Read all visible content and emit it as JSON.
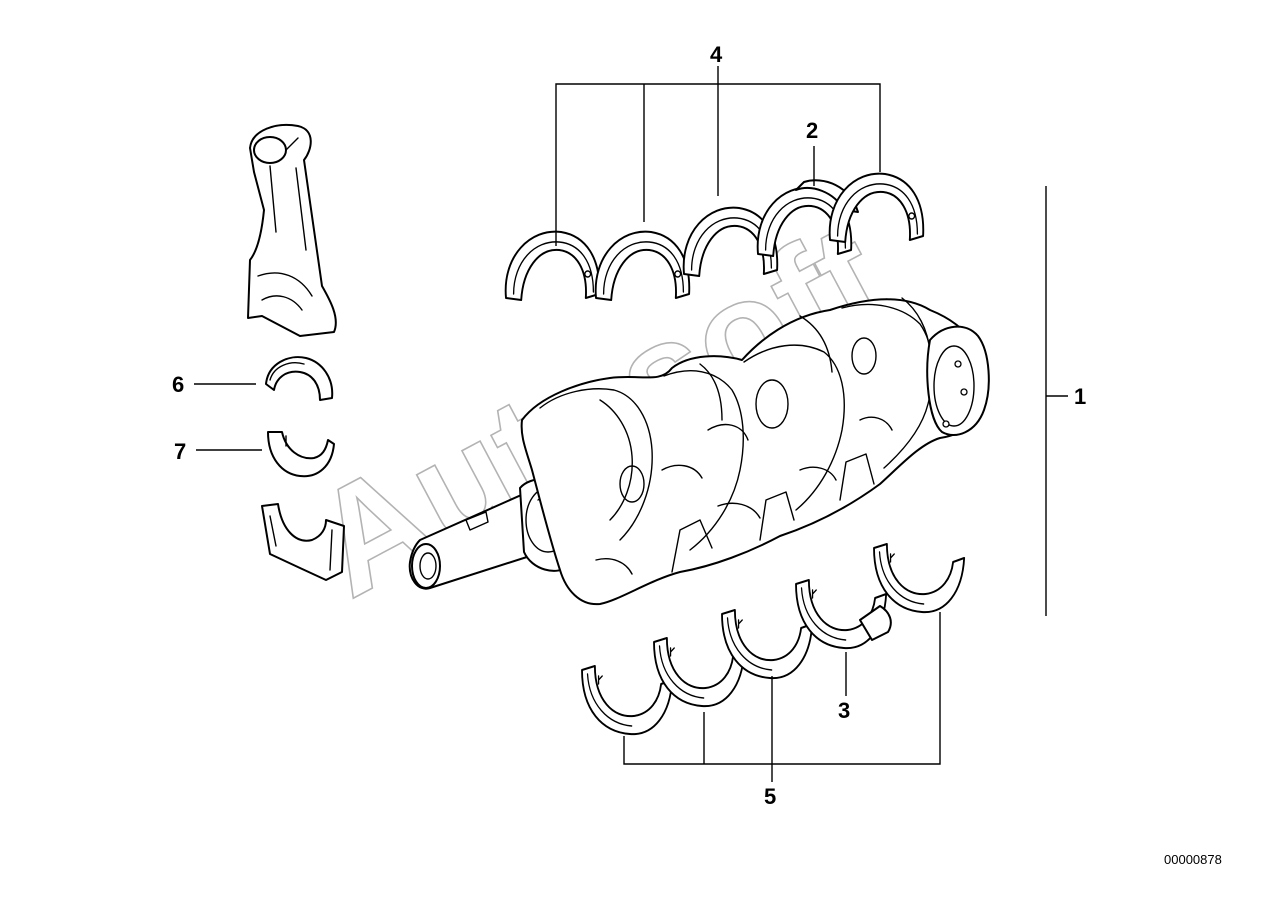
{
  "callouts": {
    "c1": "1",
    "c2": "2",
    "c3": "3",
    "c4": "4",
    "c5": "5",
    "c6": "6",
    "c7": "7"
  },
  "reference_number": "00000878",
  "watermark": "Autosoft"
}
